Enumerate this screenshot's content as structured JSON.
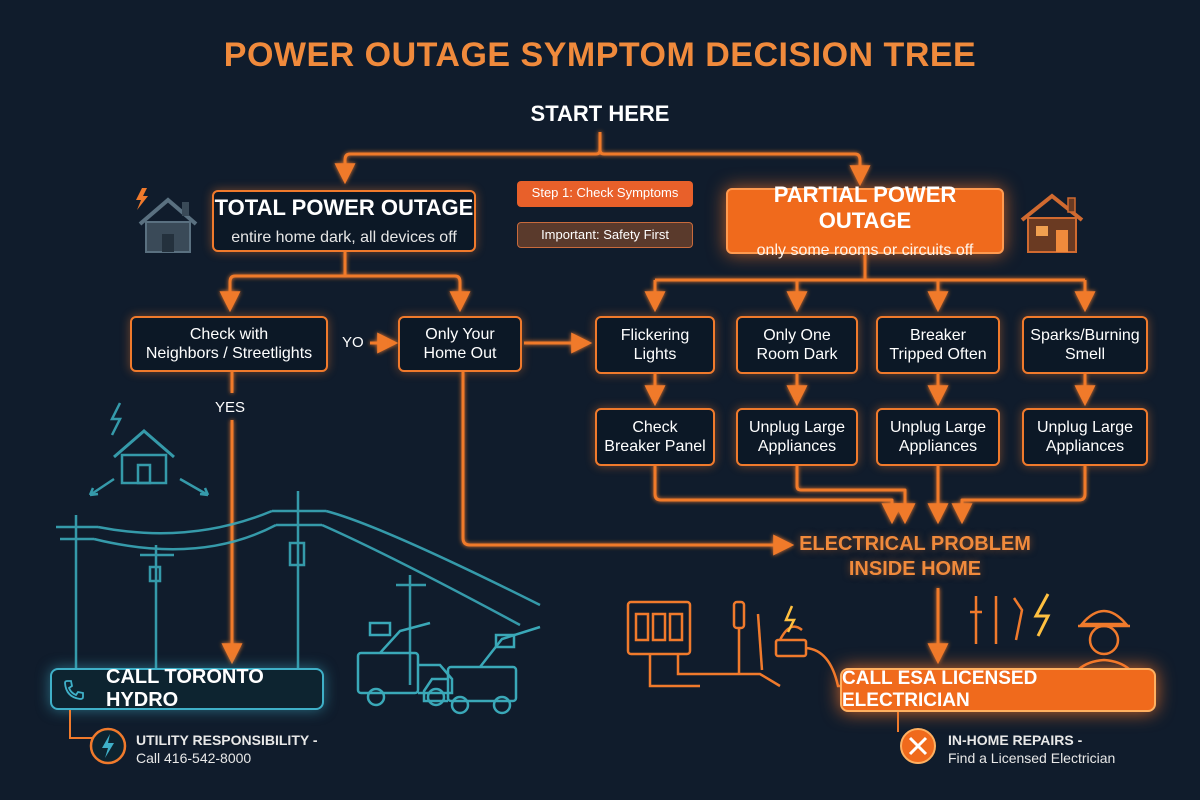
{
  "title": "POWER OUTAGE SYMPTOM DECISION TREE",
  "start": "START HERE",
  "notes": {
    "step": "Step 1: Check Symptoms",
    "safety": "Important: Safety First"
  },
  "total": {
    "heading": "TOTAL POWER OUTAGE",
    "sub": "entire home dark, all devices off"
  },
  "partial": {
    "heading": "PARTIAL POWER OUTAGE",
    "sub": "only some rooms or circuits off"
  },
  "total_branch": {
    "check_neighbors": [
      "Check with",
      "Neighbors / Streetlights"
    ],
    "only_home": [
      "Only Your",
      "Home Out"
    ],
    "no_label": "YO",
    "yes_label": "YES"
  },
  "symptoms": [
    {
      "line1": "Flickering",
      "line2": "Lights"
    },
    {
      "line1": "Only One",
      "line2": "Room Dark"
    },
    {
      "line1": "Breaker",
      "line2": "Tripped Often"
    },
    {
      "line1": "Sparks/Burning",
      "line2": "Smell"
    }
  ],
  "actions": [
    {
      "line1": "Check",
      "line2": "Breaker Panel"
    },
    {
      "line1": "Unplug Large",
      "line2": "Appliances"
    },
    {
      "line1": "Unplug Large",
      "line2": "Appliances"
    },
    {
      "line1": "Unplug Large",
      "line2": "Appliances"
    }
  ],
  "inside": {
    "line1": "ELECTRICAL PROBLEM",
    "line2": "INSIDE HOME"
  },
  "hydro": {
    "label": "CALL TORONTO HYDRO",
    "note1": "UTILITY RESPONSIBILITY -",
    "note2": "Call 416-542-8000"
  },
  "esa": {
    "label": "CALL ESA LICENSED ELECTRICIAN",
    "note1": "IN-HOME REPAIRS -",
    "note2": "Find a Licensed Electrician"
  },
  "colors": {
    "background": "#101c2c",
    "accent_orange": "#f07a2c",
    "accent_blue": "#3fb0c8",
    "text": "#ffffff"
  },
  "icons": [
    "house-icon",
    "lightning-icon",
    "phone-icon",
    "wrench-screwdriver-icon",
    "utility-pole-icon",
    "bucket-truck-icon",
    "breaker-panel-icon",
    "tools-icon",
    "electrician-icon"
  ]
}
